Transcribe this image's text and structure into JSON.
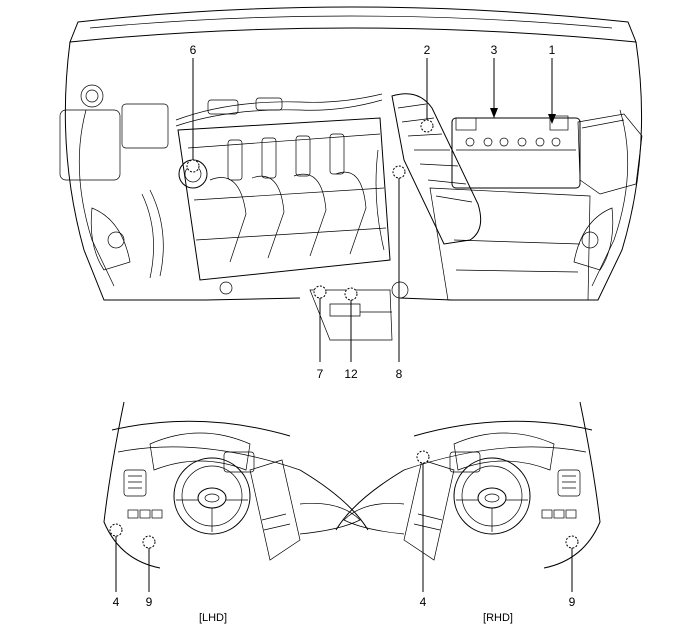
{
  "engine_callouts": {
    "c6": "6",
    "c2": "2",
    "c3": "3",
    "c1": "1",
    "c7": "7",
    "c12": "12",
    "c8": "8"
  },
  "lhd": {
    "c4": "4",
    "c9": "9",
    "caption": "[LHD]"
  },
  "rhd": {
    "c4": "4",
    "c9": "9",
    "caption": "[RHD]"
  }
}
